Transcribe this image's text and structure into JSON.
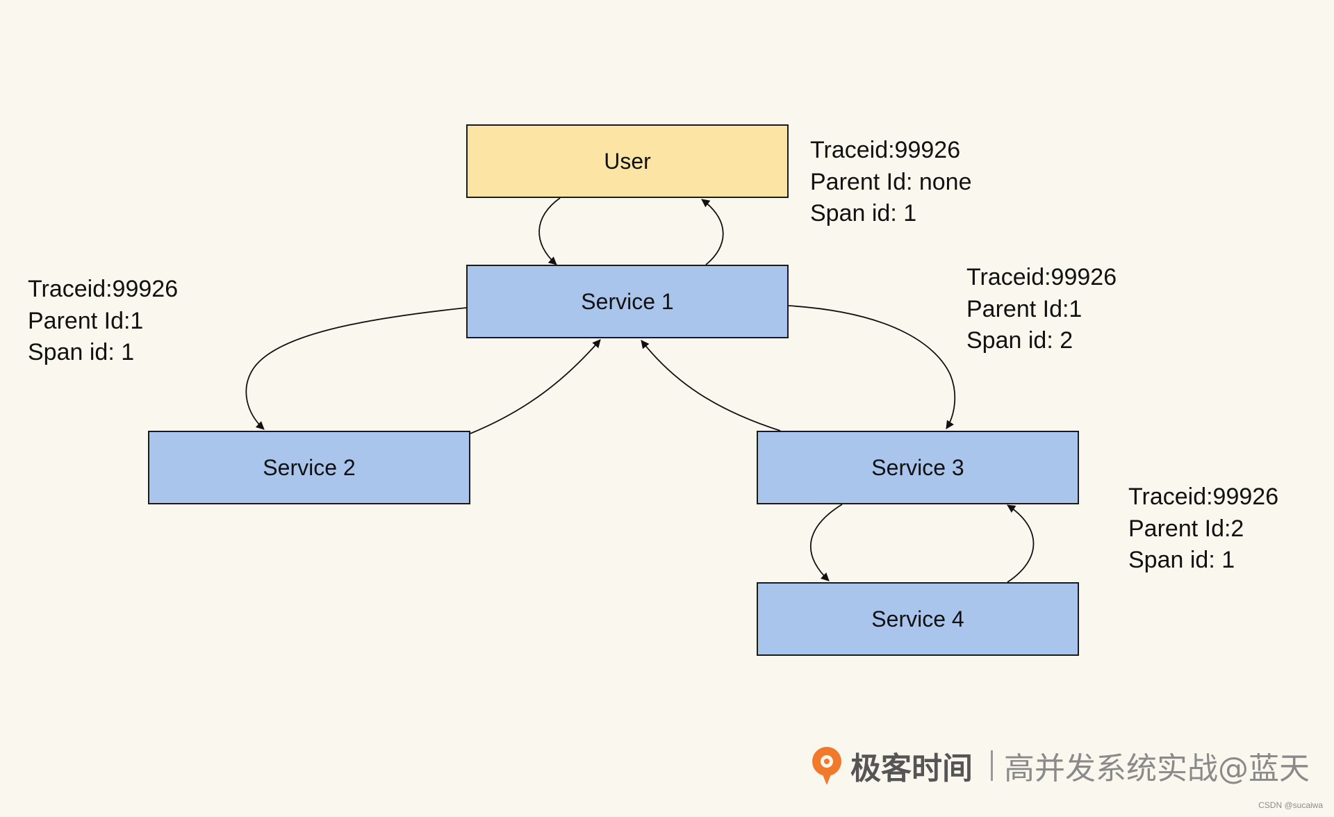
{
  "nodes": {
    "user": "User",
    "service1": "Service 1",
    "service2": "Service 2",
    "service3": "Service 3",
    "service4": "Service 4"
  },
  "annotations": {
    "user": {
      "traceid": "Traceid:99926",
      "parent": "Parent Id: none",
      "span": "Span id: 1"
    },
    "service2": {
      "traceid": "Traceid:99926",
      "parent": "Parent Id:1",
      "span": "Span id: 1"
    },
    "service3": {
      "traceid": "Traceid:99926",
      "parent": "Parent Id:1",
      "span": "Span id: 2"
    },
    "service4": {
      "traceid": "Traceid:99926",
      "parent": "Parent Id:2",
      "span": "Span id: 1"
    }
  },
  "watermark": {
    "brand": "极客时间",
    "course": "高并发系统实战@蓝天",
    "credit": "CSDN @sucaiwa"
  },
  "colors": {
    "background": "#faf8ee",
    "user_fill": "#fce5a4",
    "service_fill": "#a9c5ec",
    "stroke": "#1a1a1a",
    "brand_orange": "#f07a2a"
  }
}
